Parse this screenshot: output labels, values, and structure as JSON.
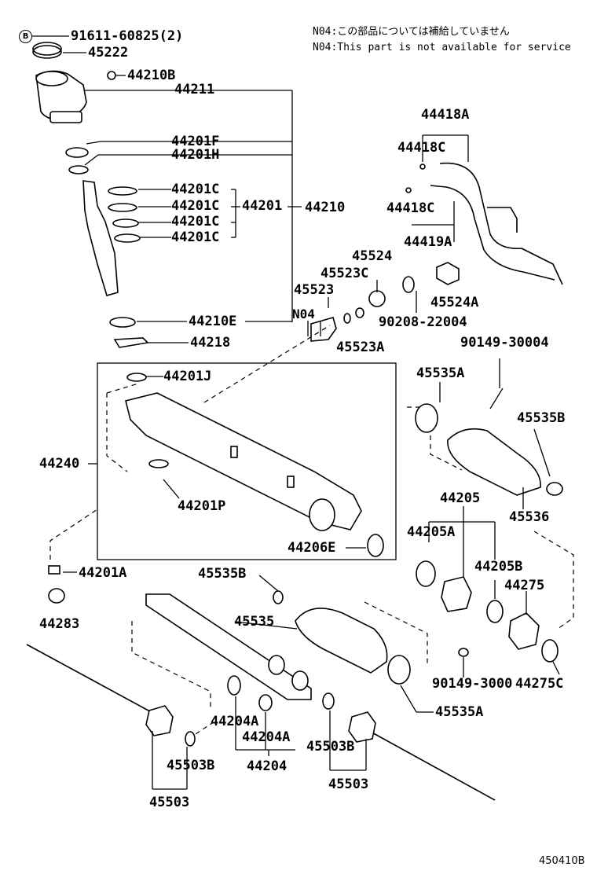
{
  "notes": {
    "jp": "N04:この部品については補給していません",
    "en": "N04:This part is not available for service"
  },
  "marker": "B",
  "diagram_code": "450410B",
  "labels": {
    "p91611": "91611-60825(2)",
    "p45222": "45222",
    "p44210B": "44210B",
    "p44211": "44211",
    "p44201F": "44201F",
    "p44201H": "44201H",
    "p44201C_1": "44201C",
    "p44201C_2": "44201C",
    "p44201C_3": "44201C",
    "p44201C_4": "44201C",
    "p44201": "44201",
    "p44210": "44210",
    "p44210E": "44210E",
    "p44218": "44218",
    "p44418A": "44418A",
    "p44418C_1": "44418C",
    "p44418C_2": "44418C",
    "p44419A": "44419A",
    "p45524": "45524",
    "p45523C": "45523C",
    "p45523": "45523",
    "p45524A": "45524A",
    "pN04": "N04",
    "p90208": "90208-22004",
    "p45523A": "45523A",
    "p90149_1": "90149-30004",
    "p45535A_1": "45535A",
    "p44201J": "44201J",
    "p45535B_1": "45535B",
    "p44240": "44240",
    "p45536": "45536",
    "p44201P": "44201P",
    "p44205": "44205",
    "p44205A": "44205A",
    "p44205B": "44205B",
    "p44206E": "44206E",
    "p44275": "44275",
    "p44201A": "44201A",
    "p45535B_2": "45535B",
    "p44283": "44283",
    "p45535": "45535",
    "p90149_2": "90149-3000",
    "p44275C": "44275C",
    "p45535A_2": "45535A",
    "p44204A_1": "44204A",
    "p44204A_2": "44204A",
    "p45503B_1": "45503B",
    "p45503B_2": "45503B",
    "p44204": "44204",
    "p45503_1": "45503",
    "p45503_2": "45503"
  }
}
